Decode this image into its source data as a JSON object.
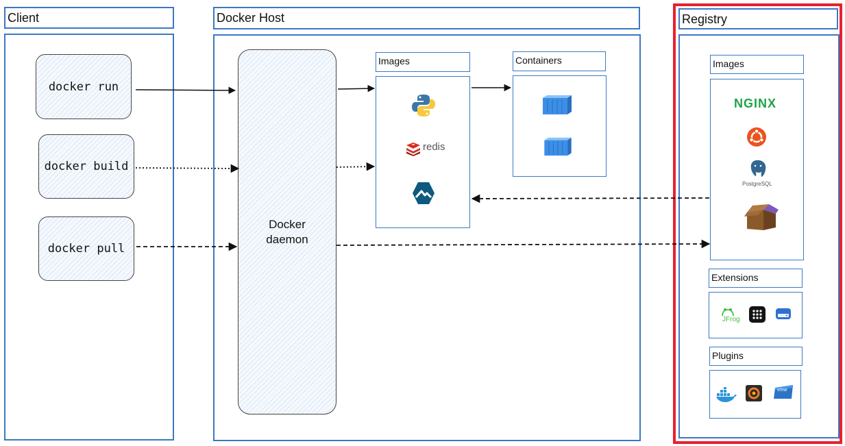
{
  "client": {
    "title": "Client",
    "commands": [
      "docker run",
      "docker build",
      "docker pull"
    ]
  },
  "host": {
    "title": "Docker Host",
    "daemon": "Docker\ndaemon",
    "images_label": "Images",
    "containers_label": "Containers",
    "images": [
      {
        "icon": "python-icon"
      },
      {
        "icon": "redis-icon",
        "label": "redis"
      },
      {
        "icon": "alpine-icon"
      }
    ]
  },
  "registry": {
    "title": "Registry",
    "images_label": "Images",
    "extensions_label": "Extensions",
    "plugins_label": "Plugins",
    "nginx_label": "NGINX",
    "postgres_label": "PostgreSQL",
    "jfrog_label": "JFrog",
    "vmware_label": "vmw"
  },
  "colors": {
    "panel_border": "#3b78c4",
    "highlight": "#e8202e",
    "container_blue": "#3d8fe6"
  }
}
